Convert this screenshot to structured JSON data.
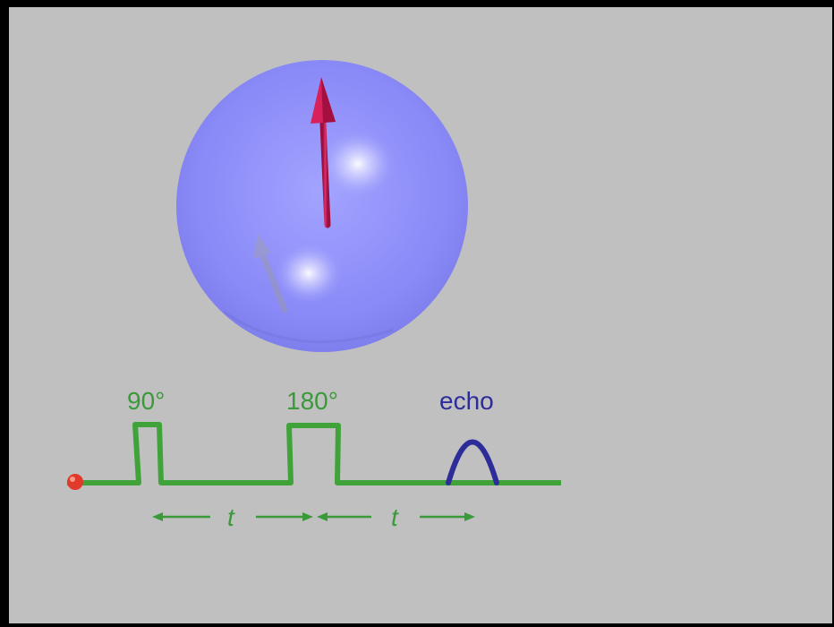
{
  "colors": {
    "background": "#c0c0c0",
    "border": "#000000",
    "sphere": "#8c8cff",
    "magnetization_arrow": "#d0205a",
    "pulse_line": "#3fa33a",
    "echo_curve": "#2d2d9a",
    "start_marker": "#e23a2a",
    "labels_green": "#3a9a3a",
    "label_echo": "#2d2d9a"
  },
  "diagram": {
    "pulse_90_label": "90°",
    "pulse_180_label": "180°",
    "echo_label": "echo",
    "interval_1_label": "t",
    "interval_2_label": "t"
  },
  "icons": {
    "sphere": "bloch-sphere",
    "arrow": "magnetization-vector-arrow",
    "ghost_arrow": "faded-reflection-arrow",
    "marker": "time-cursor-dot"
  }
}
